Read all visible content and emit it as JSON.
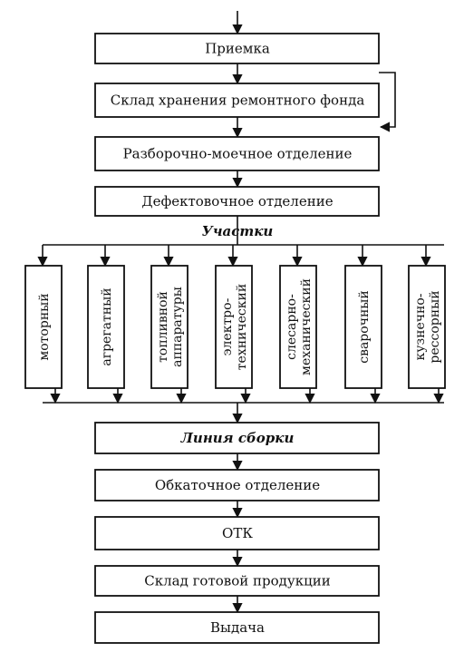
{
  "steps_top": [
    "Приемка",
    "Склад хранения ремонтного фонда",
    "Разборочно-моечное отделение",
    "Дефектовочное отделение"
  ],
  "sections_label": "Участки",
  "sections": [
    {
      "lines": [
        "моторный"
      ]
    },
    {
      "lines": [
        "агрегатный"
      ]
    },
    {
      "lines": [
        "топливной",
        "аппаратуры"
      ]
    },
    {
      "lines": [
        "электро-",
        "технический"
      ]
    },
    {
      "lines": [
        "слесарно-",
        "механический"
      ]
    },
    {
      "lines": [
        "сварочный"
      ]
    },
    {
      "lines": [
        "кузнечно-",
        "рессорный"
      ]
    }
  ],
  "steps_bottom": [
    "Линия сборки",
    "Обкаточное отделение",
    "ОТК",
    "Склад готовой продукции",
    "Выдача"
  ]
}
